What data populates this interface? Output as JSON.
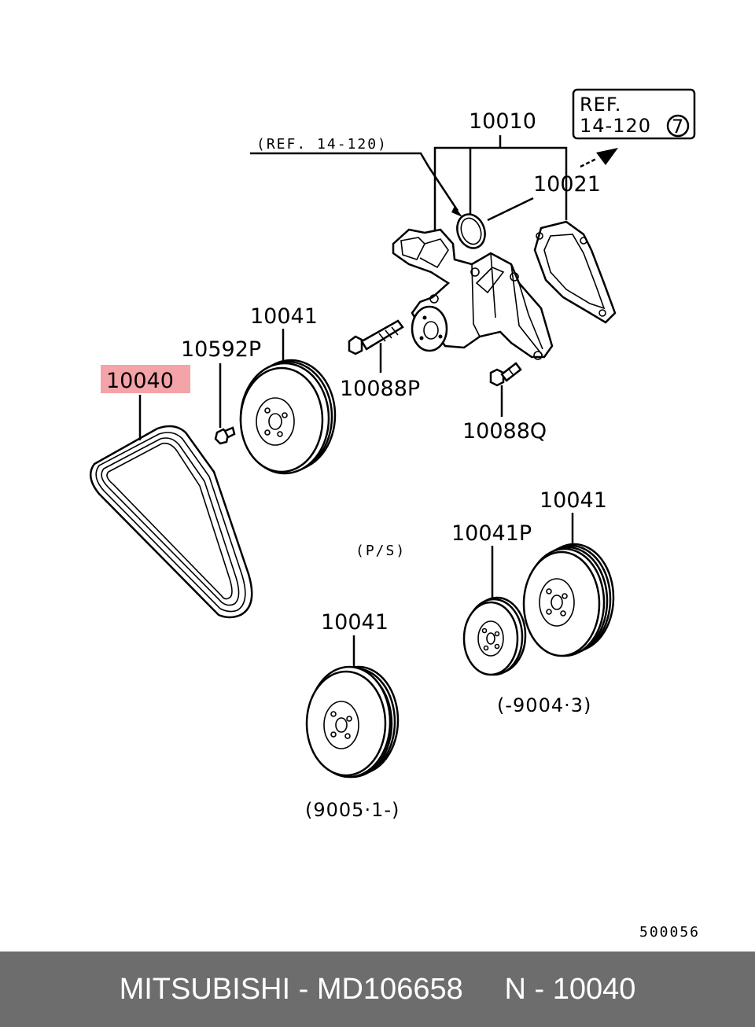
{
  "diagram": {
    "labels": {
      "p10010": "10010",
      "p10021": "10021",
      "p10041_top": "10041",
      "p10592P": "10592P",
      "p10040": "10040",
      "p10088P": "10088P",
      "p10088Q": "10088Q",
      "ps": "(P/S)",
      "p10041P": "10041P",
      "p10041_right": "10041",
      "p10041_bottom": "10041",
      "date_early": "(-9004·3)",
      "date_late": "(9005·1-)",
      "ref_left": "(REF. 14-120)",
      "ref_box_line1": "REF.",
      "ref_box_line2": "14-120",
      "ref_box_circle": "7",
      "drawing_number": "500056"
    },
    "highlight_color": "#f4a3a8"
  },
  "footer": {
    "text": "MITSUBISHI - MD106658     N - 10040",
    "background": "#6d6d6d",
    "color": "#ffffff"
  }
}
